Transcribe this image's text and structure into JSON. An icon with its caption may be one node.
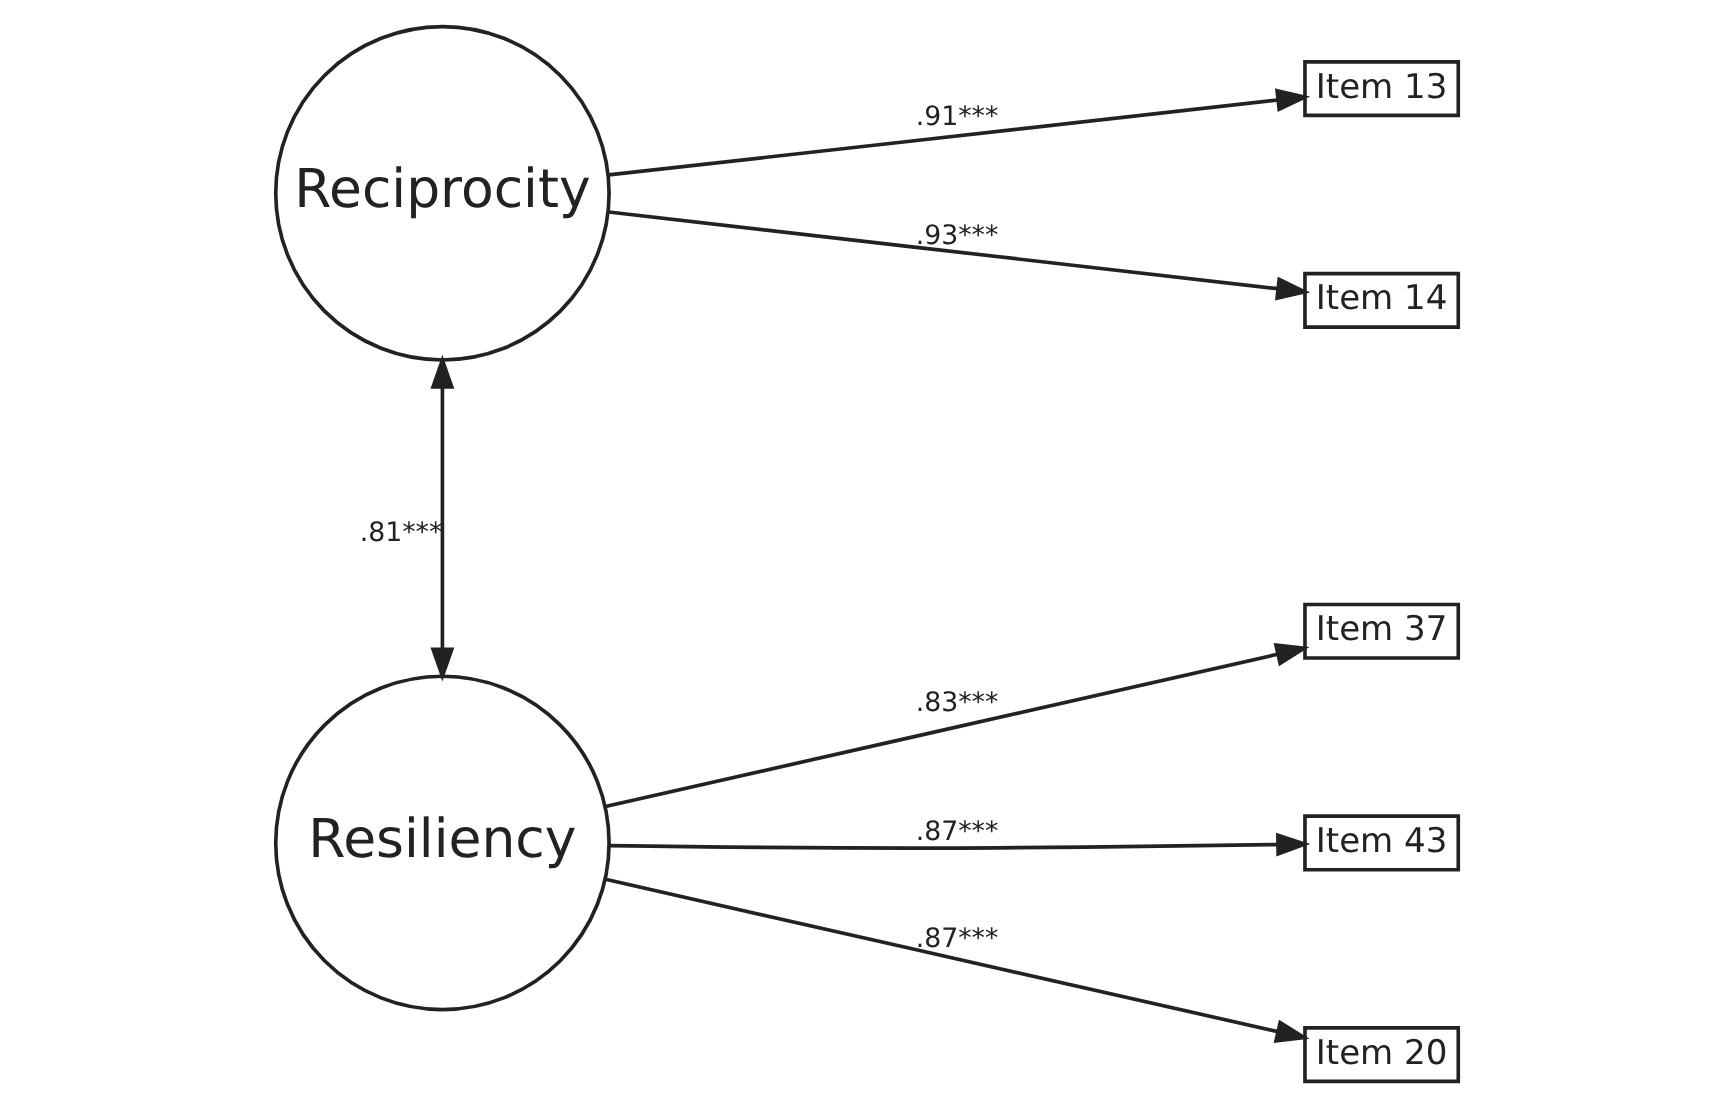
{
  "diagram": {
    "nodes": [
      {
        "text": [
          "Reciprocity"
        ]
      },
      {
        "text": [
          "Item 13"
        ]
      },
      {
        "text": [
          "Item 14"
        ]
      },
      {
        "text": [
          "Resiliency"
        ]
      },
      {
        "text": [
          "Item 37"
        ]
      },
      {
        "text": [
          "Item 43"
        ]
      },
      {
        "text": [
          "Item 20"
        ]
      }
    ],
    "edges": [
      {
        "from": 0,
        "to": 1,
        "arrow": "to",
        "label": ".91***"
      },
      {
        "from": 0,
        "to": 2,
        "arrow": "to",
        "label": ".93***"
      },
      {
        "from": 0,
        "to": 3,
        "arrow": "both",
        "label": ".81***"
      },
      {
        "from": 3,
        "to": 4,
        "arrow": "to",
        "label": ".83***"
      },
      {
        "from": 3,
        "to": 5,
        "arrow": "to",
        "label": ".87***"
      },
      {
        "from": 3,
        "to": 6,
        "arrow": "to",
        "label": ".87***"
      }
    ]
  }
}
